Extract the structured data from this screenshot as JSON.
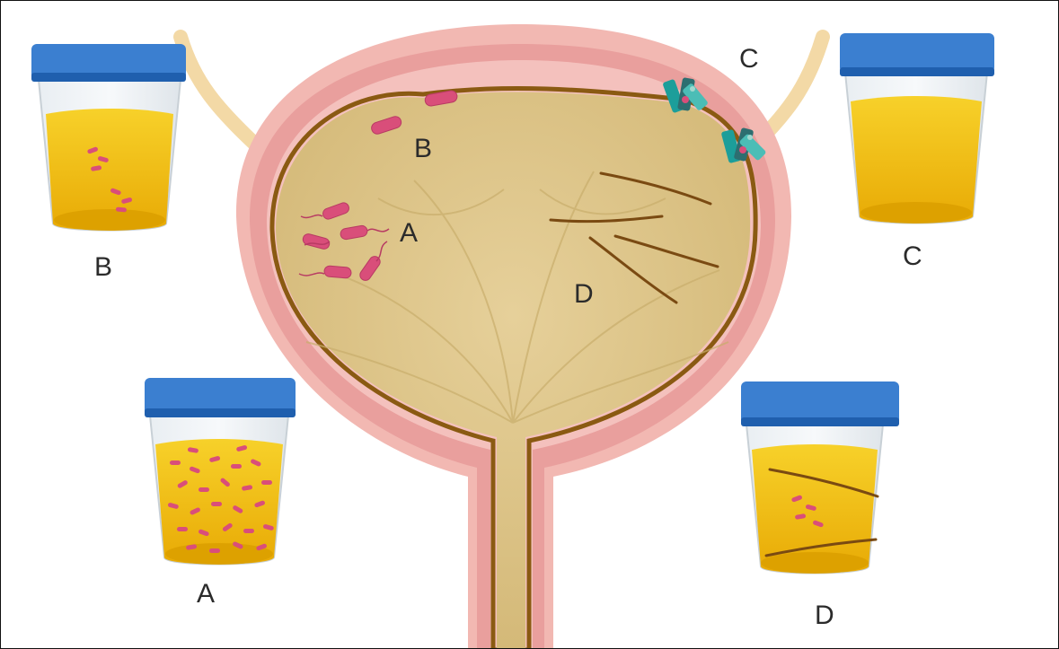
{
  "labels": {
    "bladder": {
      "a": "A",
      "b": "B",
      "c": "C",
      "d": "D"
    },
    "cups": {
      "a": "A",
      "b": "B",
      "c": "C",
      "d": "D"
    }
  },
  "colors": {
    "cap": "#3b7fd0",
    "cap_dark": "#1f5fae",
    "urine": "#f2c40d",
    "urine_dark": "#dca000",
    "bladder_fill": "#dcc48a",
    "bladder_wall": "#eba7a5",
    "bladder_outer": "#f2b8b2",
    "mucosa_line": "#8a5a12",
    "bacteria": "#d94e7a",
    "biofilm": "#1c9e9a",
    "fiber": "#7a4a12"
  }
}
